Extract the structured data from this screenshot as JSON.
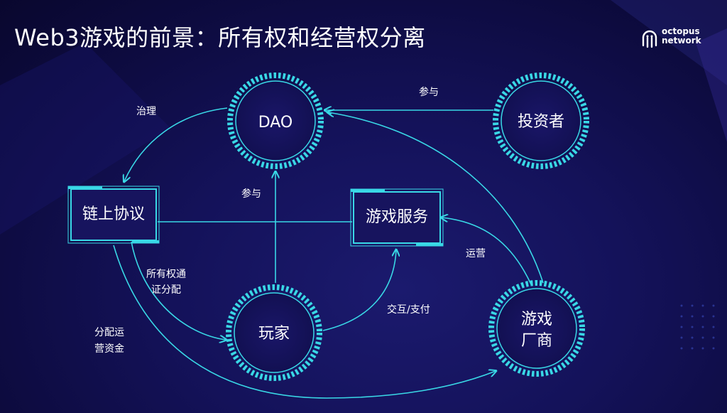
{
  "title": "Web3游戏的前景：所有权和经营权分离",
  "logo": {
    "line1": "octopus",
    "line2": "network",
    "icon": "octopus-icon"
  },
  "nodes": {
    "dao": "DAO",
    "investor": "投资者",
    "protocol": "链上协议",
    "game_service": "游戏服务",
    "player": "玩家",
    "vendor_line1": "游戏",
    "vendor_line2": "厂商"
  },
  "edges": {
    "govern": "治理",
    "participate_investor": "参与",
    "participate_player": "参与",
    "ownership_line1": "所有权通",
    "ownership_line2": "证分配",
    "interact_pay": "交互/支付",
    "operate": "运营",
    "fund_line1": "分配运",
    "fund_line2": "营资金"
  },
  "colors": {
    "accent": "#39d8e6",
    "background": "#14125a"
  }
}
